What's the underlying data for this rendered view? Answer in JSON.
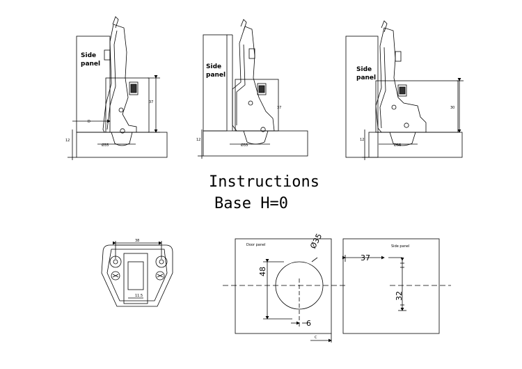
{
  "title": {
    "line1": "Instructions",
    "line2": "Base H=0"
  },
  "side_views": [
    {
      "label_line1": "Side",
      "label_line2": "panel",
      "dim_height": "37",
      "dim_d": "D",
      "dim_base": "12",
      "dim_cup": "Ø35"
    },
    {
      "label_line1": "Side",
      "label_line2": "panel",
      "dim_height": "37",
      "dim_base": "12",
      "dim_cup": "Ø35"
    },
    {
      "label_line1": "Side",
      "label_line2": "panel",
      "dim_height": "30",
      "dim_base": "12",
      "dim_cup": "Ø35"
    }
  ],
  "bottom_view": {
    "dim_width": "38",
    "dim_small": "11.5"
  },
  "door_panel": {
    "label": "Door panel",
    "dim_diameter": "Ø35",
    "dim_height": "48",
    "dim_offset": "6",
    "dim_c": "C"
  },
  "side_panel": {
    "label": "Side panel",
    "dim_37": "37",
    "dim_32": "32"
  }
}
